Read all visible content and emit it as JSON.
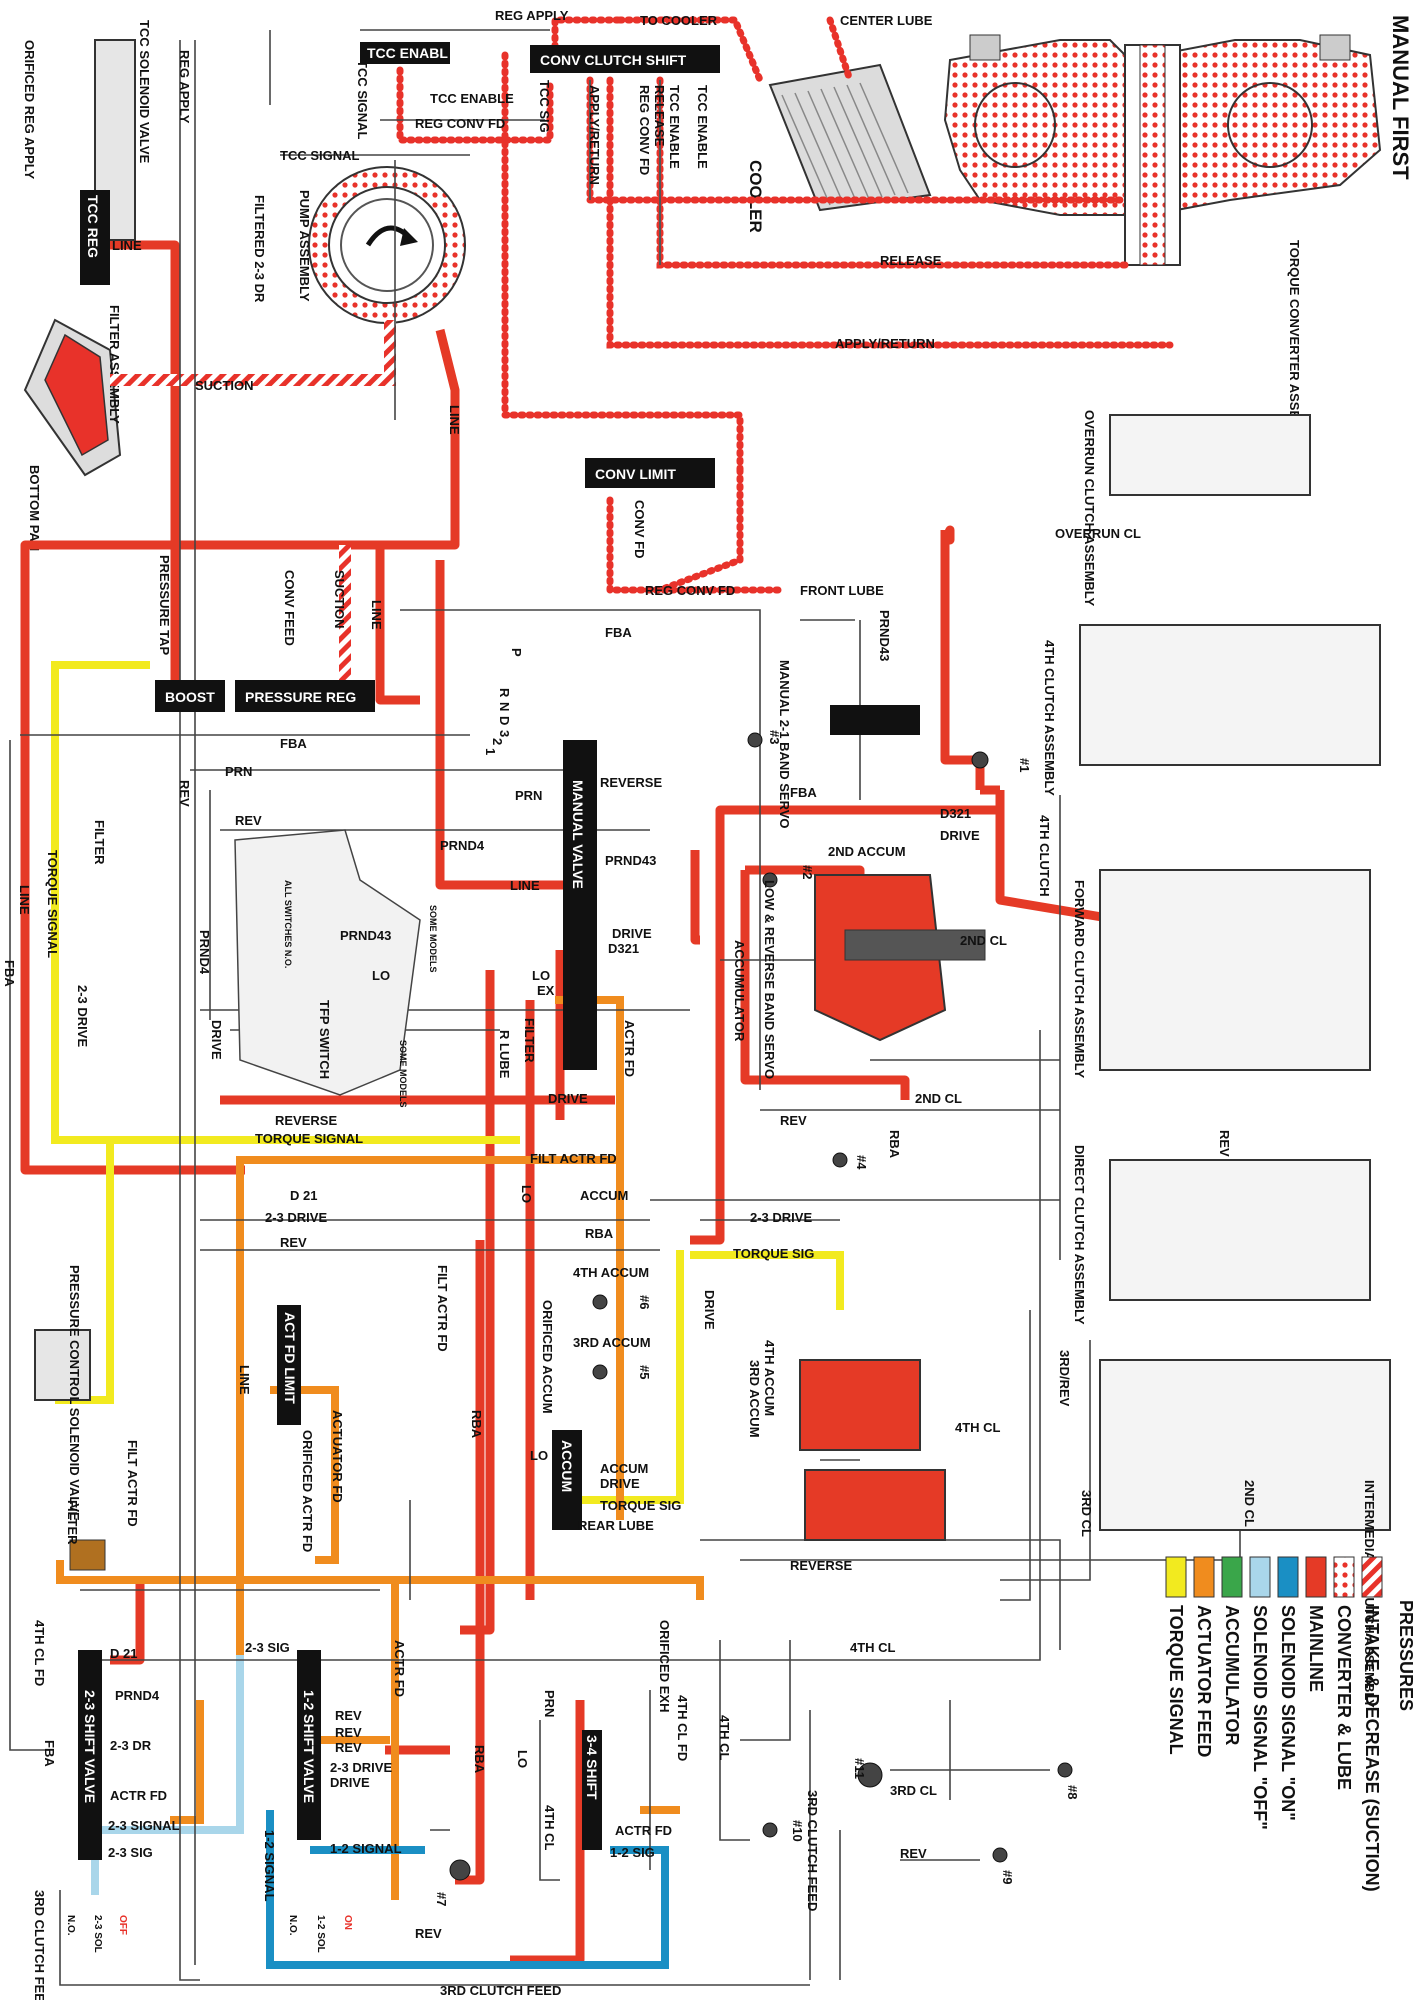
{
  "title": "MANUAL FIRST",
  "colors": {
    "intake": "#e8322a",
    "converter": "#e8322a",
    "mainline": "#e53a26",
    "solenoid_on": "#1a8fc4",
    "solenoid_off": "#a9d6ea",
    "accumulator": "#3aa64a",
    "actuator_feed": "#f08c1e",
    "torque_signal": "#f2ea1f",
    "exhaust": "#ffffff"
  },
  "legend": {
    "heading": "PRESSURES",
    "items": [
      {
        "label": "INTAKE & DECREASE (SUCTION)",
        "swatch": "intake"
      },
      {
        "label": "CONVERTER & LUBE",
        "swatch": "converter"
      },
      {
        "label": "MAINLINE",
        "swatch": "mainline"
      },
      {
        "label": "SOLENOID SIGNAL \"ON\"",
        "swatch": "solenoid_on"
      },
      {
        "label": "SOLENOID SIGNAL \"OFF\"",
        "swatch": "solenoid_off"
      },
      {
        "label": "ACCUMULATOR",
        "swatch": "accumulator"
      },
      {
        "label": "ACTUATOR FEED",
        "swatch": "actuator_feed"
      },
      {
        "label": "TORQUE SIGNAL",
        "swatch": "torque_signal"
      }
    ]
  },
  "components": {
    "cooler": "COOLER",
    "torque_converter": "TORQUE CONVERTER ASSEMBLY",
    "pump": "PUMP ASSEMBLY",
    "filter_assembly": "FILTER ASSEMBLY",
    "bottom_pan": "BOTTOM PAN",
    "tcc_solenoid": "TCC SOLENOID VALVE",
    "overrun_clutch": "OVERRUN CLUTCH ASSEMBLY",
    "fourth_clutch": "4TH CLUTCH ASSEMBLY",
    "forward_clutch": "FORWARD CLUTCH ASSEMBLY",
    "direct_clutch": "DIRECT CLUTCH ASSEMBLY",
    "intermediate_clutch": "INTERMEDIATE CLUTCH ASSEMBLY",
    "manual_21_servo": "MANUAL 2-1 BAND SERVO",
    "low_reverse_servo": "LOW & REVERSE BAND SERVO",
    "tfp_switch": "TFP SWITCH",
    "pcs_valve": "PRESSURE CONTROL SOLENOID VALVE",
    "pressure_tap": "PRESSURE TAP",
    "filter": "FILTER",
    "all_switches": "ALL SWITCHES N.O."
  },
  "valves": {
    "tcc_enable": "TCC ENABL",
    "conv_clutch_shift": "CONV CLUTCH SHIFT",
    "conv_limit": "CONV LIMIT",
    "tcc_reg": "TCC REG",
    "boost": "BOOST",
    "pressure_reg": "PRESSURE REG",
    "manual_valve": "MANUAL VALVE",
    "act_fd_limit": "ACT FD LIMIT",
    "accum": "ACCUM",
    "shift_23": "2-3 SHIFT VALVE",
    "shift_12": "1-2 SHIFT VALVE",
    "shift_34": "3-4 SHIFT"
  },
  "solenoids": {
    "sol_23": {
      "name": "2-3 SOL",
      "state": "OFF",
      "type": "N.O."
    },
    "sol_12": {
      "name": "1-2 SOL",
      "state": "ON",
      "type": "N.O."
    }
  },
  "gear_positions": [
    "P",
    "R",
    "N",
    "D",
    "3",
    "2",
    "1"
  ],
  "check_balls": [
    "#1",
    "#2",
    "#3",
    "#4",
    "#5",
    "#6",
    "#7",
    "#8",
    "#9",
    "#10",
    "#11"
  ],
  "passages": {
    "reg_apply": "REG APPLY",
    "to_cooler": "TO COOLER",
    "center_lube": "CENTER LUBE",
    "tcc_enable": "TCC ENABLE",
    "reg_conv_fd": "REG CONV FD",
    "tcc_signal": "TCC SIGNAL",
    "tcc_sig": "TCC SIG",
    "apply_return": "APPLY/RETURN",
    "release": "RELEASE",
    "line": "LINE",
    "suction": "SUCTION",
    "filtered_23_dr": "FILTERED 2-3 DR",
    "orificed_reg_apply": "ORIFICED REG APPLY",
    "overrun_cl": "OVERRUN CL",
    "front_lube": "FRONT LUBE",
    "conv_fd": "CONV FD",
    "conv_feed": "CONV FEED",
    "fba": "FBA",
    "prnd43": "PRND43",
    "prn": "PRN",
    "rev": "REV",
    "reverse": "REVERSE",
    "prnd4": "PRND4",
    "d321": "D321",
    "drive": "DRIVE",
    "fourth_clutch": "4TH CLUTCH",
    "second_accum": "2ND ACCUM",
    "second_cl": "2ND CL",
    "accumulator": "ACCUMULATOR",
    "torque_signal": "TORQUE SIGNAL",
    "lo": "LO",
    "d21": "D 21",
    "r_lube": "R LUBE",
    "actr_fd": "ACTR FD",
    "filt_actr_fd": "FILT ACTR FD",
    "accum": "ACCUM",
    "drive_23": "2-3 DRIVE",
    "rba": "RBA",
    "torque_sig": "TORQUE SIG",
    "fourth_accum": "4TH ACCUM",
    "third_accum": "3RD ACCUM",
    "orificed_accum": "ORIFICED ACCUM",
    "fourth_cl": "4TH CL",
    "third_rev": "3RD/REV",
    "third_cl": "3RD CL",
    "actuator_fd": "ACTUATOR FD",
    "orificed_actr_fd": "ORIFICED ACTR FD",
    "rear_lube": "REAR LUBE",
    "fourth_cl_fd": "4TH CL FD",
    "sig_23": "2-3 SIGNAL",
    "sig_23_short": "2-3 SIG",
    "dr_23": "2-3 DR",
    "sig_12": "1-2 SIGNAL",
    "sig_12_short": "1-2 SIG",
    "third_clutch_feed": "3RD CLUTCH FEED",
    "orificed_exh": "ORIFICED EXH",
    "ex": "EX",
    "some_models": "SOME MODELS"
  }
}
